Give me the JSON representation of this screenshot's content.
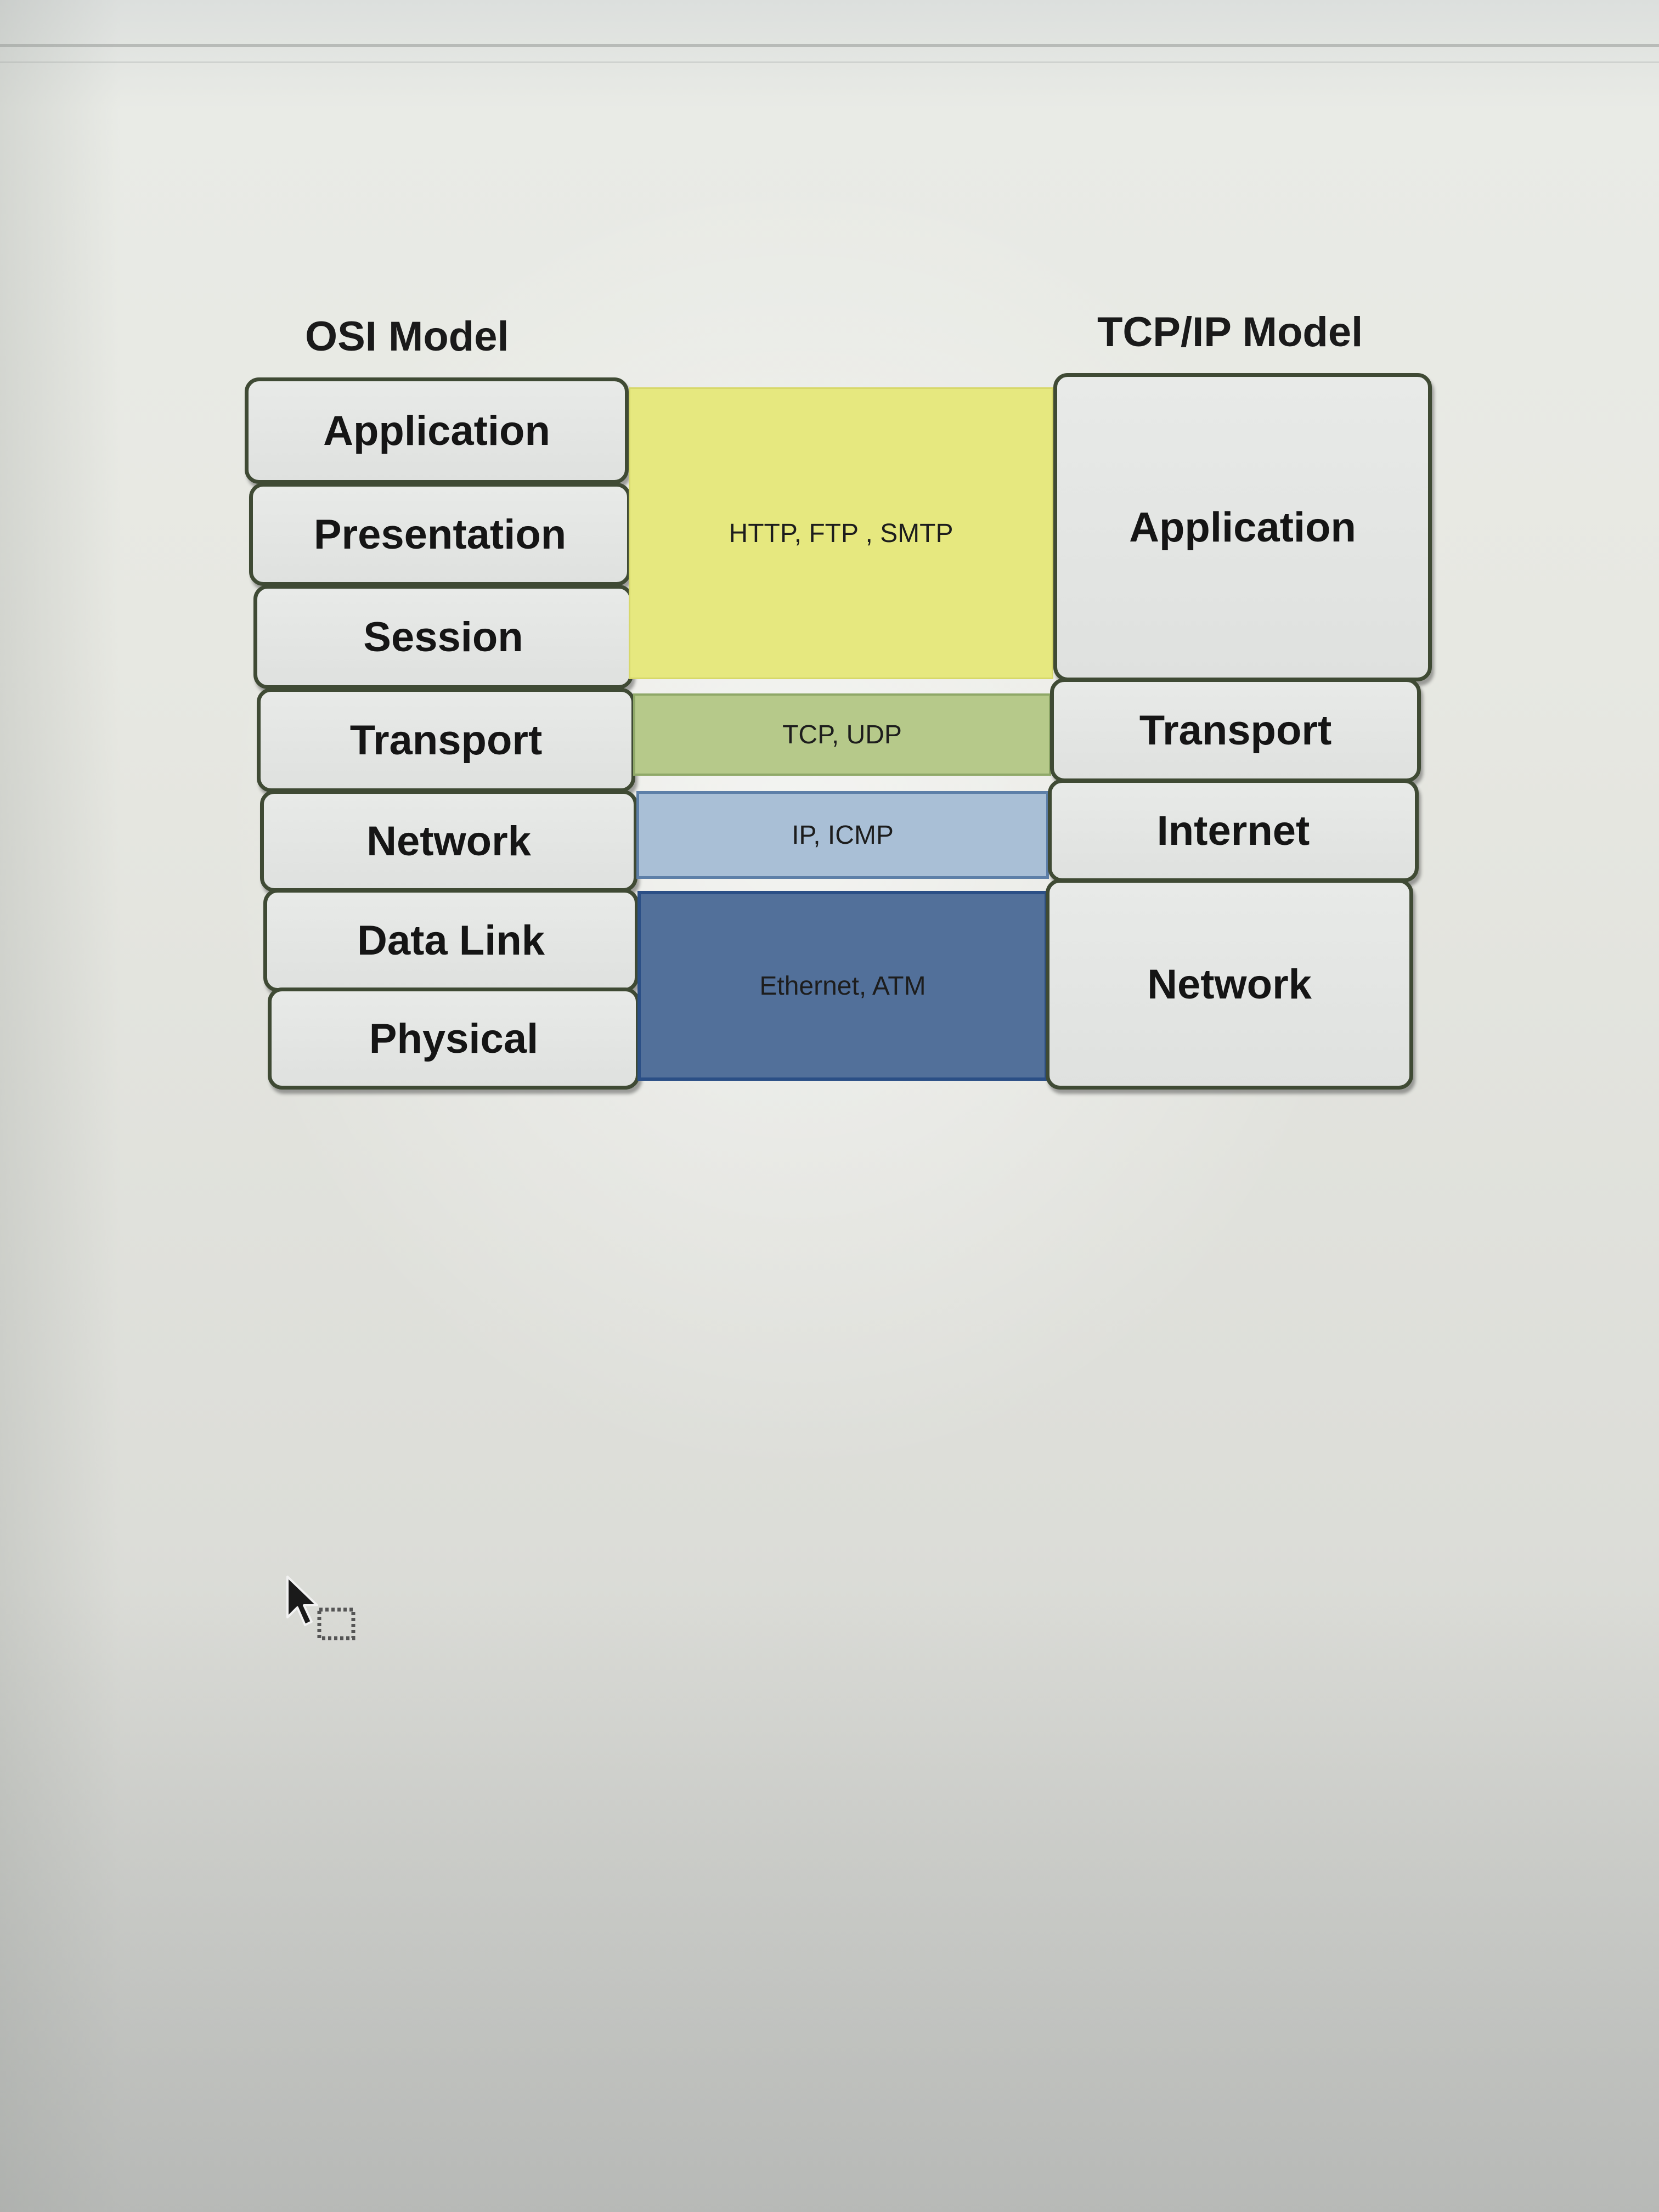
{
  "osi_model": {
    "title": "OSI Model",
    "layers": [
      {
        "label": "Application"
      },
      {
        "label": "Presentation"
      },
      {
        "label": "Session"
      },
      {
        "label": "Transport"
      },
      {
        "label": "Network"
      },
      {
        "label": "Data Link"
      },
      {
        "label": "Physical"
      }
    ]
  },
  "tcpip_model": {
    "title": "TCP/IP Model",
    "layers": [
      {
        "label": "Application"
      },
      {
        "label": "Transport"
      },
      {
        "label": "Internet"
      },
      {
        "label": "Network"
      }
    ]
  },
  "protocols": [
    {
      "label": "HTTP, FTP , SMTP",
      "color": "#e6e87f"
    },
    {
      "label": "TCP, UDP",
      "color": "#b6c98a"
    },
    {
      "label": "IP, ICMP",
      "color": "#a9bfd6"
    },
    {
      "label": "Ethernet, ATM",
      "color": "#52709a"
    }
  ],
  "colors": {
    "box_border": "#3f4a34",
    "box_fill": "#e4e6e4",
    "text": "#151515"
  },
  "icons": {
    "cursor": "mouse-pointer-with-selection-icon"
  }
}
